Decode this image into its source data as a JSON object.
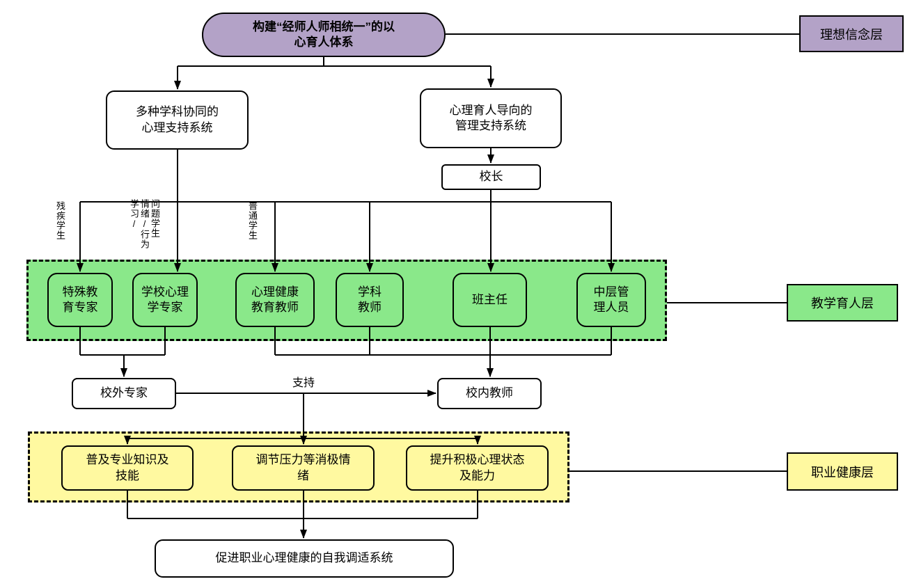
{
  "colors": {
    "purple": "#b3a2c7",
    "green": "#8ae88a",
    "yellow": "#fff9a0"
  },
  "root": {
    "label": "构建“经师人师相统一”的以\n心育人体系"
  },
  "layer_labels": {
    "ideal": "理想信念层",
    "teaching": "教学育人层",
    "career": "职业健康层"
  },
  "systems": {
    "multi_subject": "多种学科协同的\n心理支持系统",
    "management": "心理育人导向的\n管理支持系统"
  },
  "roles": {
    "principal": "校长",
    "special_edu_expert": "特殊教\n育专家",
    "school_psychologist": "学校心理\n学专家",
    "mental_health_teacher": "心理健康\n教育教师",
    "subject_teacher": "学科\n教师",
    "class_head_teacher": "班主任",
    "middle_manager": "中层管\n理人员",
    "external_expert": "校外专家",
    "internal_teacher": "校内教师"
  },
  "career_actions": {
    "popularize": "普及专业知识及\n技能",
    "regulate": "调节压力等消极情\n绪",
    "promote": "提升积极心理状态\n及能力"
  },
  "bottom_system": {
    "label": "促进职业心理健康的自我调适系统"
  },
  "edge_labels": {
    "support": "支持",
    "disabled_students": "残疾学生",
    "problem_students": [
      "学习/",
      "情绪/行为",
      "问题学生"
    ],
    "ordinary_students": "普通学生"
  }
}
